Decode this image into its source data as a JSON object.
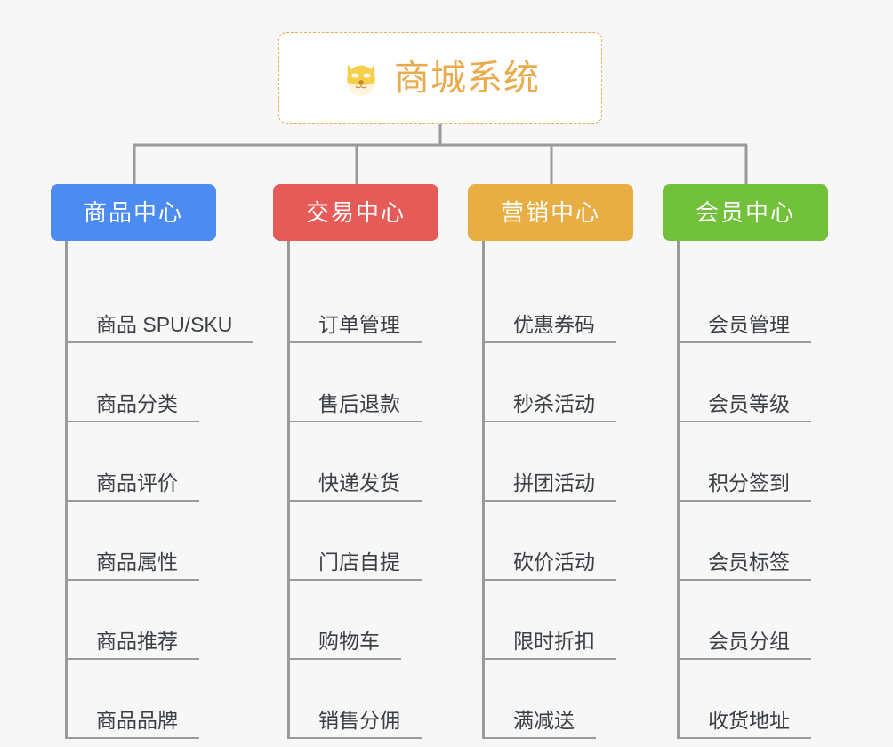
{
  "root": {
    "title": "商城系统",
    "icon": "dog-face-icon",
    "border_color": "#e9ab4d",
    "text_color": "#e9ab4d",
    "background": "#ffffff"
  },
  "canvas": {
    "background": "#f7f7f7",
    "line_color": "#9a9a9a"
  },
  "branches": [
    {
      "label": "商品中心",
      "color": "#4c8cf0",
      "items": [
        {
          "label": "商品 SPU/SKU"
        },
        {
          "label": "商品分类"
        },
        {
          "label": "商品评价"
        },
        {
          "label": "商品属性"
        },
        {
          "label": "商品推荐"
        },
        {
          "label": "商品品牌"
        }
      ]
    },
    {
      "label": "交易中心",
      "color": "#e55b58",
      "items": [
        {
          "label": "订单管理"
        },
        {
          "label": "售后退款"
        },
        {
          "label": "快递发货"
        },
        {
          "label": "门店自提"
        },
        {
          "label": "购物车"
        },
        {
          "label": "销售分佣"
        }
      ]
    },
    {
      "label": "营销中心",
      "color": "#e8ae43",
      "items": [
        {
          "label": "优惠券码"
        },
        {
          "label": "秒杀活动"
        },
        {
          "label": "拼团活动"
        },
        {
          "label": "砍价活动"
        },
        {
          "label": "限时折扣"
        },
        {
          "label": "满减送"
        }
      ]
    },
    {
      "label": "会员中心",
      "color": "#72c13b",
      "items": [
        {
          "label": "会员管理"
        },
        {
          "label": "会员等级"
        },
        {
          "label": "积分签到"
        },
        {
          "label": "会员标签"
        },
        {
          "label": "会员分组"
        },
        {
          "label": "收货地址"
        }
      ]
    }
  ]
}
